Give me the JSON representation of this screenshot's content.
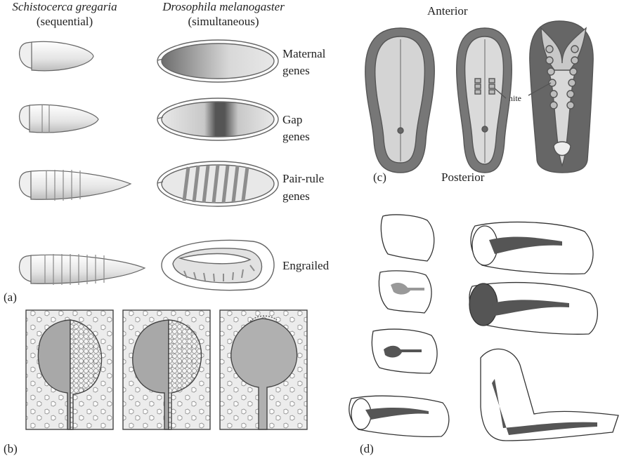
{
  "panel_a": {
    "species_left": "Schistocerca gregaria",
    "mode_left": "(sequential)",
    "species_right": "Drosophila melanogaster",
    "mode_right": "(simultaneous)",
    "rows": [
      {
        "line1": "Maternal",
        "line2": "genes"
      },
      {
        "line1": "Gap",
        "line2": "genes"
      },
      {
        "line1": "Pair-rule",
        "line2": "genes"
      },
      {
        "line1": "Engrailed",
        "line2": ""
      }
    ],
    "label": "(a)"
  },
  "panel_b": {
    "label": "(b)"
  },
  "panel_c": {
    "anterior": "Anterior",
    "posterior": "Posterior",
    "somite": "Somite",
    "label": "(c)"
  },
  "panel_d": {
    "label": "(d)"
  },
  "colors": {
    "dark_gray": "#5a5a5a",
    "mid_gray": "#9a9a9a",
    "light_gray": "#d6d6d6"
  }
}
